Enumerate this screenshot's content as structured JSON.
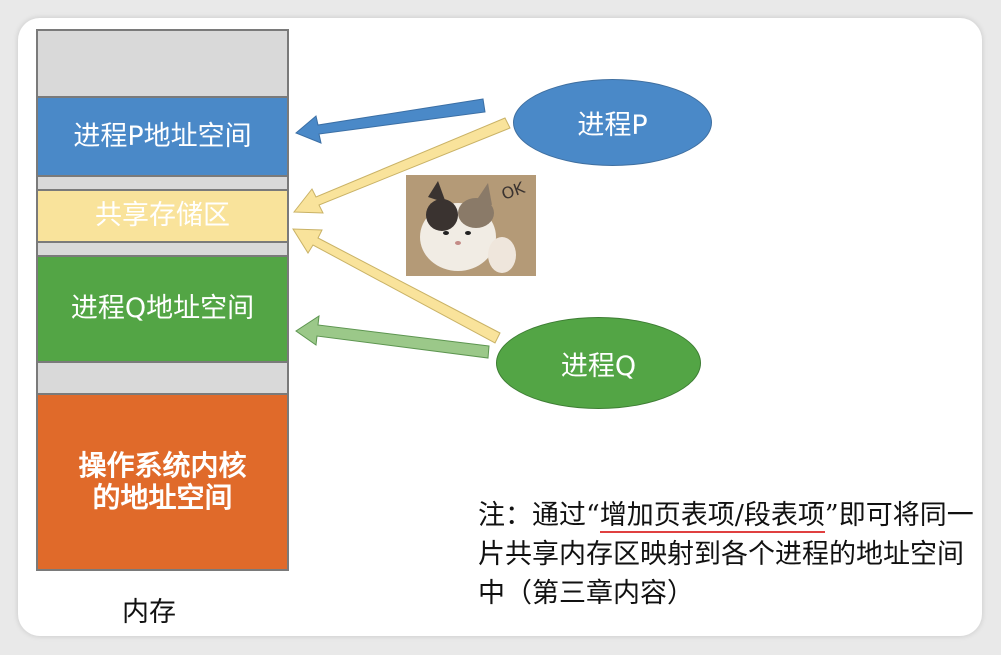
{
  "memory": {
    "label": "内存",
    "segments": {
      "process_p": "进程P地址空间",
      "shared": "共享存储区",
      "process_q": "进程Q地址空间",
      "os_line1": "操作系统内核",
      "os_line2": "的地址空间"
    }
  },
  "processes": {
    "p": "进程P",
    "q": "进程Q"
  },
  "note": {
    "prefix": "注：通过“",
    "highlight": "增加页表项/段表项",
    "suffix": "”即可将同一片共享内存区映射到各个进程的地址空间中（第三章内容）"
  },
  "colors": {
    "process_p": "#4a89c8",
    "shared": "#f9e39b",
    "process_q": "#53a545",
    "os_kernel": "#e06a2a",
    "free": "#d9d9d9"
  },
  "icons": {
    "cat_sticker": "cat-ok-sticker-icon"
  }
}
